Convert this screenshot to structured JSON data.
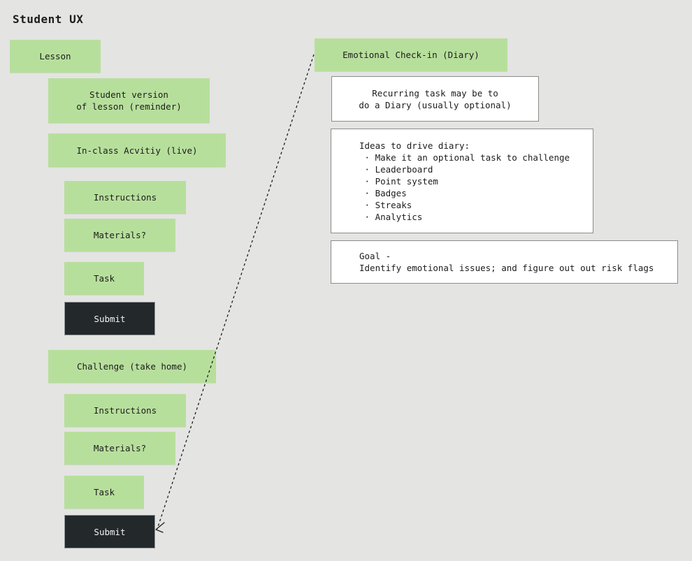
{
  "title": "Student UX",
  "colors": {
    "background": "#e4e4e2",
    "node_green": "#b7df9c",
    "node_dark_fill": "#23282b",
    "node_dark_text": "#f1f1f1",
    "node_dark_border": "#8e9598",
    "text": "#1c1c1c",
    "note_border": "#8c8c8c",
    "note_fill": "#ffffff",
    "connector": "#1e1e1e"
  },
  "nodes": {
    "lesson": {
      "label": "Lesson"
    },
    "student_version": {
      "label": "Student version\nof lesson (reminder)"
    },
    "in_class": {
      "label": "In-class Acvitiy (live)"
    },
    "instructions_1": {
      "label": "Instructions"
    },
    "materials_1": {
      "label": "Materials?"
    },
    "task_1": {
      "label": "Task"
    },
    "submit_1": {
      "label": "Submit"
    },
    "challenge": {
      "label": "Challenge (take home)"
    },
    "instructions_2": {
      "label": "Instructions"
    },
    "materials_2": {
      "label": "Materials?"
    },
    "task_2": {
      "label": "Task"
    },
    "submit_2": {
      "label": "Submit"
    },
    "emotional_checkin": {
      "label": "Emotional Check-in (Diary)"
    }
  },
  "notes": {
    "recurring": {
      "text": "Recurring task may be to\ndo a Diary (usually optional)"
    },
    "ideas": {
      "text": "Ideas to drive diary:\n · Make it an optional task to challenge\n · Leaderboard\n · Point system\n · Badges\n · Streaks\n · Analytics"
    },
    "goal": {
      "text": "Goal -\nIdentify emotional issues; and figure out out risk flags"
    }
  }
}
